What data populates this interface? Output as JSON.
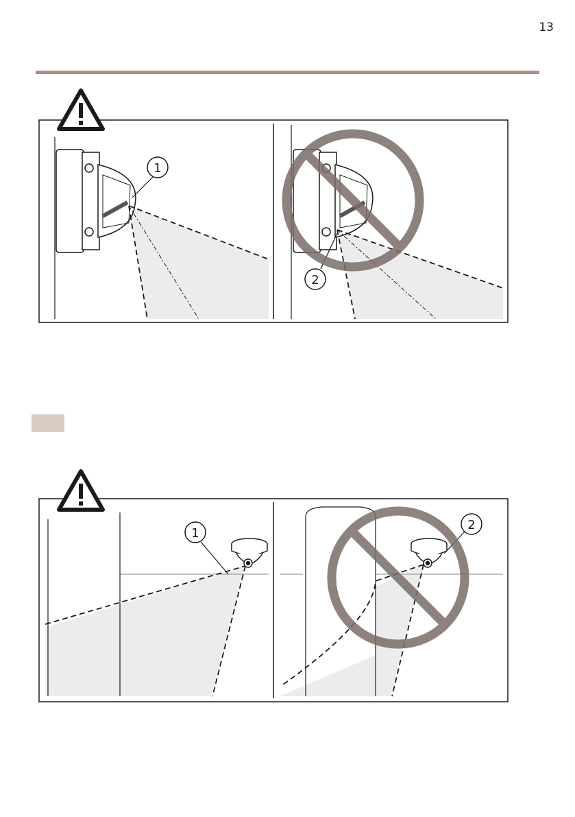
{
  "page": {
    "number": "13"
  },
  "figures": [
    {
      "callouts": {
        "left": "1",
        "right": "2"
      }
    },
    {
      "callouts": {
        "left": "1",
        "right": "2"
      }
    }
  ],
  "colors": {
    "accent": "#a89288",
    "prohibition": "#7a6d68",
    "field_of_view": "#eeeeee"
  },
  "icons": [
    "warning-triangle-icon",
    "prohibited-icon",
    "dome-camera-icon"
  ]
}
